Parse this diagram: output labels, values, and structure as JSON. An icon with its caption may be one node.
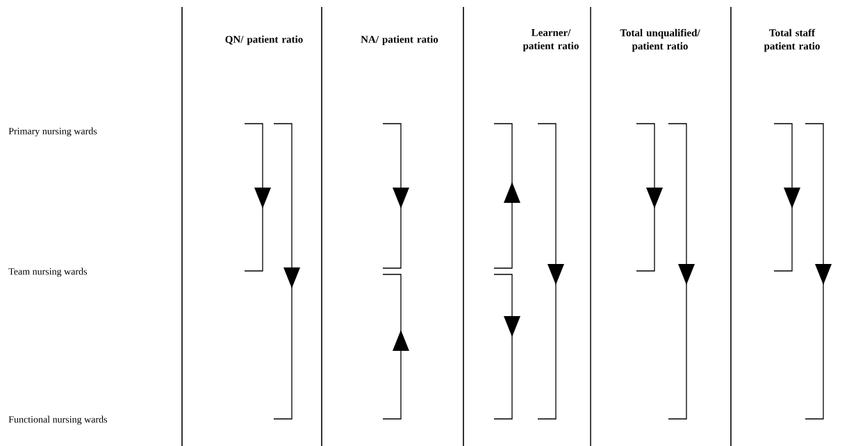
{
  "diagram": {
    "labels": [
      "QN/ patient ratio",
      "NA/ patient ratio",
      "Learner/ patient ratio",
      "Total unqualified/ patient ratio",
      "Total staff patient ratio",
      "Primary nursing wards",
      "Team nursing wards",
      "Functional nursing wards"
    ]
  }
}
